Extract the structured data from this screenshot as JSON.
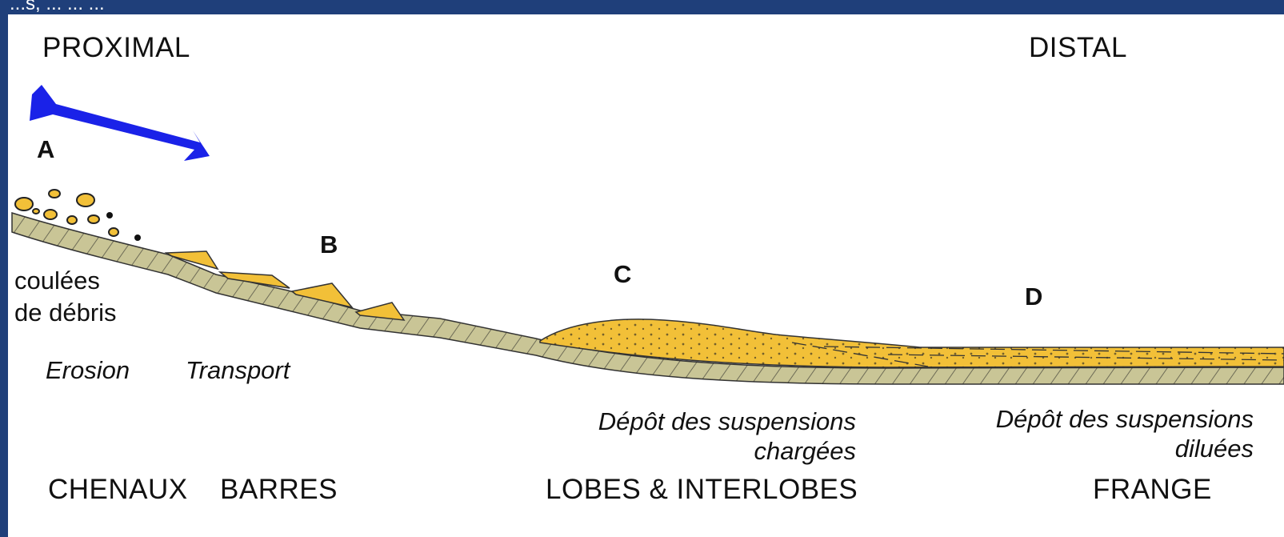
{
  "header_fragment": "...s, ... ... ...",
  "zones": {
    "proximal": "PROXIMAL",
    "distal": "DISTAL"
  },
  "points": {
    "a": "A",
    "b": "B",
    "c": "C",
    "d": "D"
  },
  "labels": {
    "debris_line1": "coulées",
    "debris_line2": "de débris",
    "erosion": "Erosion",
    "transport": "Transport",
    "charged_line1": "Dépôt des suspensions",
    "charged_line2": "chargées",
    "diluted_line1": "Dépôt des suspensions",
    "diluted_line2": "diluées"
  },
  "facies": {
    "chenaux": "CHENAUX",
    "barres": "BARRES",
    "lobes": "LOBES & INTERLOBES",
    "frange": "FRANGE"
  },
  "colors": {
    "frame": "#1f3f7a",
    "arrow": "#1a22e8",
    "substrate": "#c9c596",
    "sediment": "#f2c038",
    "ink": "#111111"
  }
}
